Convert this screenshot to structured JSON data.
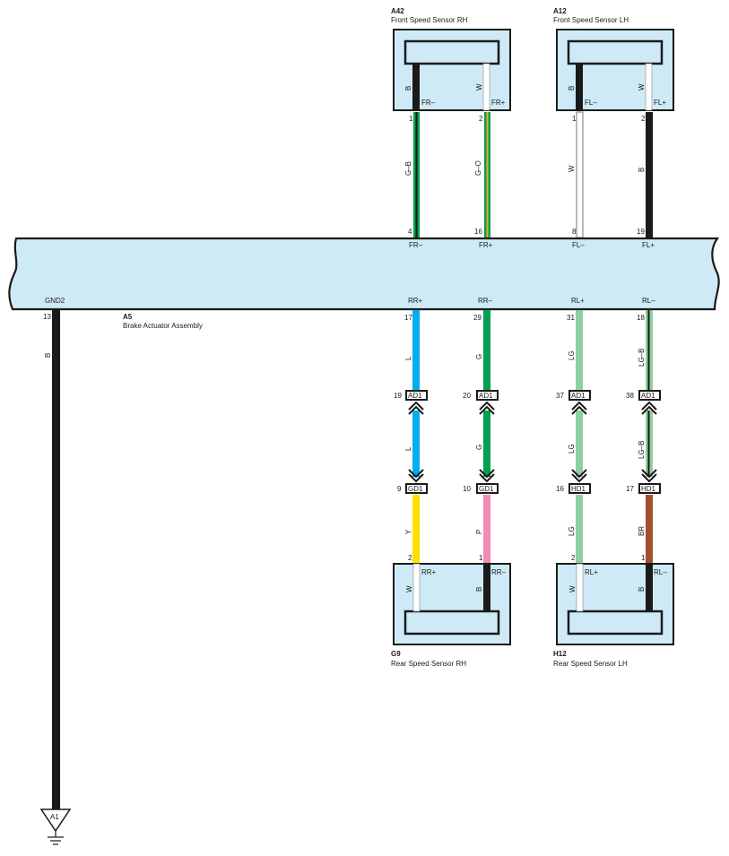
{
  "colors": {
    "connector_fill": "#cfeaf7",
    "wire_B": "#1a1a1a",
    "wire_W": "#ffffff",
    "wire_G": "#00a050",
    "wire_L": "#00aeef",
    "wire_LG": "#8fcfa0",
    "wire_Y": "#ffe000",
    "wire_P": "#f08cb4",
    "wire_BR": "#a0522d",
    "wire_O": "#f5a623"
  },
  "sensors": {
    "a42": {
      "code": "A42",
      "name": "Front Speed Sensor RH",
      "left_color": "B",
      "left_signal": "FR–",
      "right_color": "W",
      "right_signal": "FR+"
    },
    "a12": {
      "code": "A12",
      "name": "Front Speed Sensor LH",
      "left_color": "B",
      "left_signal": "FL–",
      "right_color": "W",
      "right_signal": "FL+"
    },
    "g9": {
      "code": "G9",
      "name": "Rear Speed Sensor RH",
      "left_color": "W",
      "left_signal": "RR+",
      "right_color": "B",
      "right_signal": "RR–",
      "pin_left": "2",
      "pin_right": "1"
    },
    "h12": {
      "code": "H12",
      "name": "Rear Speed Sensor LH",
      "left_color": "W",
      "left_signal": "RL+",
      "right_color": "B",
      "right_signal": "RL–",
      "pin_left": "2",
      "pin_right": "1"
    }
  },
  "front_wires": [
    {
      "sensor_pin": "1",
      "color_label": "G–B",
      "actuator_pin": "4",
      "actuator_signal": "FR–"
    },
    {
      "sensor_pin": "2",
      "color_label": "G–O",
      "actuator_pin": "16",
      "actuator_signal": "FR+"
    },
    {
      "sensor_pin": "1",
      "color_label": "W",
      "actuator_pin": "8",
      "actuator_signal": "FL–"
    },
    {
      "sensor_pin": "2",
      "color_label": "B",
      "actuator_pin": "19",
      "actuator_signal": "FL+"
    }
  ],
  "actuator": {
    "code": "A5",
    "name": "Brake Actuator Assembly",
    "gnd_signal": "GND2",
    "gnd_pin": "13",
    "gnd_wire_color": "B",
    "ground_point": "A1"
  },
  "rear_wires": [
    {
      "signal": "RR+",
      "pin": "17",
      "color_top": "L",
      "ad_pin": "19",
      "ad_conn": "AD1",
      "color_mid": "L",
      "gd_pin": "9",
      "gd_conn": "GD1",
      "color_bottom": "Y"
    },
    {
      "signal": "RR–",
      "pin": "29",
      "color_top": "G",
      "ad_pin": "20",
      "ad_conn": "AD1",
      "color_mid": "G",
      "gd_pin": "10",
      "gd_conn": "GD1",
      "color_bottom": "P"
    },
    {
      "signal": "RL+",
      "pin": "31",
      "color_top": "LG",
      "ad_pin": "37",
      "ad_conn": "AD1",
      "color_mid": "LG",
      "gd_pin": "16",
      "gd_conn": "HD1",
      "color_bottom": "LG"
    },
    {
      "signal": "RL–",
      "pin": "18",
      "color_top": "LG–B",
      "ad_pin": "38",
      "ad_conn": "AD1",
      "color_mid": "LG–B",
      "gd_pin": "17",
      "gd_conn": "HD1",
      "color_bottom": "BR"
    }
  ]
}
